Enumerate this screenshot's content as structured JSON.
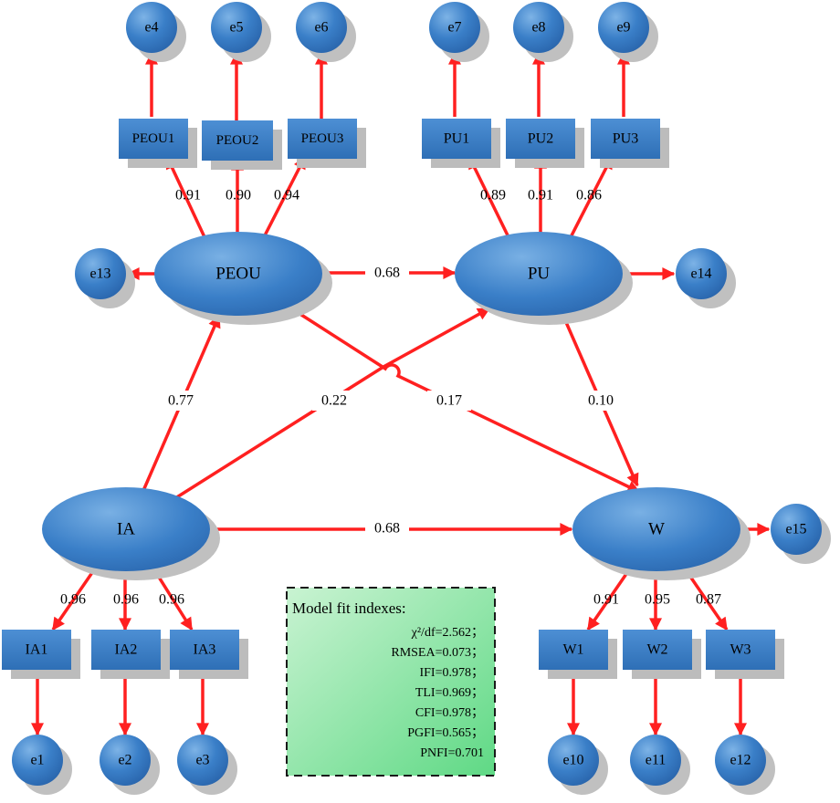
{
  "latents": {
    "peou": "PEOU",
    "pu": "PU",
    "ia": "IA",
    "w": "W"
  },
  "indicators": {
    "peou1": "PEOU1",
    "peou2": "PEOU2",
    "peou3": "PEOU3",
    "pu1": "PU1",
    "pu2": "PU2",
    "pu3": "PU3",
    "ia1": "IA1",
    "ia2": "IA2",
    "ia3": "IA3",
    "w1": "W1",
    "w2": "W2",
    "w3": "W3"
  },
  "errors": {
    "e1": "e1",
    "e2": "e2",
    "e3": "e3",
    "e4": "e4",
    "e5": "e5",
    "e6": "e6",
    "e7": "e7",
    "e8": "e8",
    "e9": "e9",
    "e10": "e10",
    "e11": "e11",
    "e12": "e12",
    "e13": "e13",
    "e14": "e14",
    "e15": "e15"
  },
  "loadings": {
    "peou1": "0.91",
    "peou2": "0.90",
    "peou3": "0.94",
    "pu1": "0.89",
    "pu2": "0.91",
    "pu3": "0.86",
    "ia1": "0.96",
    "ia2": "0.96",
    "ia3": "0.96",
    "w1": "0.91",
    "w2": "0.95",
    "w3": "0.87"
  },
  "paths": {
    "peou_pu": "0.68",
    "ia_peou": "0.77",
    "ia_pu": "0.22",
    "peou_w": "0.17",
    "pu_w": "0.10",
    "ia_w": "0.68"
  },
  "fit": {
    "title": "Model fit indexes:",
    "lines": [
      "χ²/df=2.562；",
      "RMSEA=0.073；",
      "IFI=0.978；",
      "TLI=0.969；",
      "CFI=0.978；",
      "PGFI=0.565；",
      "PNFI=0.701"
    ]
  },
  "colors": {
    "arrow": "#ff2020",
    "node_fill": "#3478c4",
    "node_light": "#5b9ad8",
    "shadow": "#b8b8b8",
    "fit_box": "#8ee6a6"
  }
}
